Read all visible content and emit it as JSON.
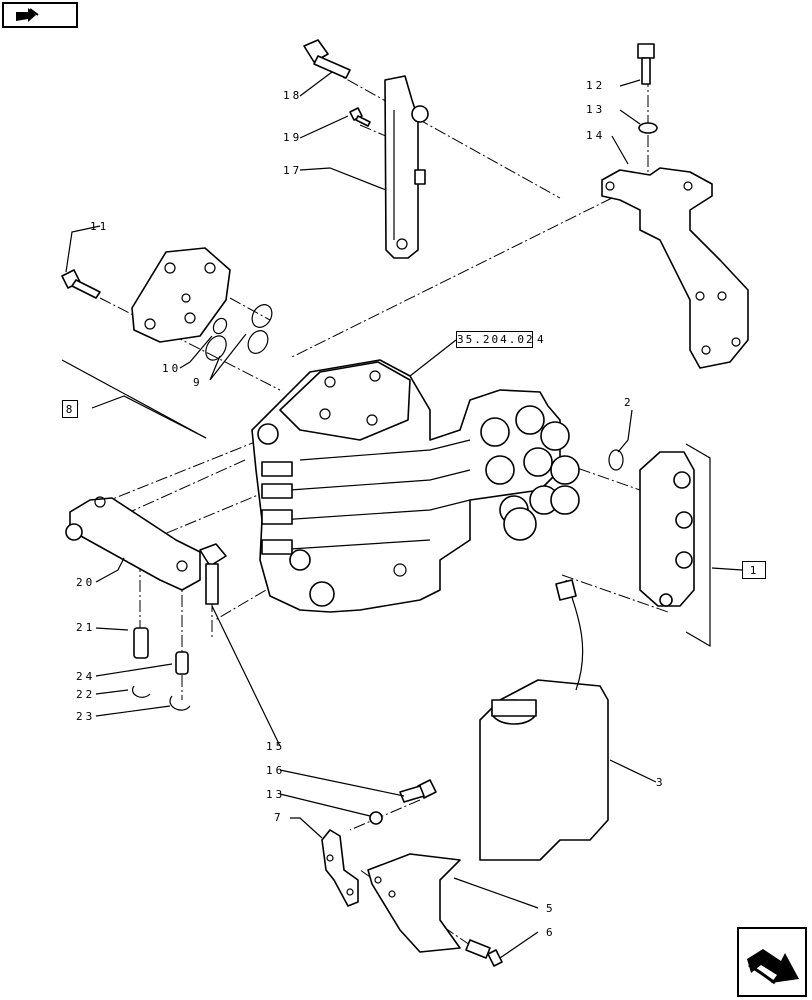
{
  "callouts": {
    "c1": "1",
    "c2": "2",
    "c3": "3",
    "c4": "4",
    "c5": "5",
    "c6": "6",
    "c7": "7",
    "c9": "9",
    "c10": "10",
    "c11": "11",
    "c12": "12",
    "c13a": "13",
    "c13b": "13",
    "c14": "14",
    "c15": "15",
    "c16": "16",
    "c17": "17",
    "c18": "18",
    "c19": "19",
    "c20": "20",
    "c21": "21",
    "c22": "22",
    "c23": "23",
    "c24": "24"
  },
  "references": {
    "section_ref": "35.204.02",
    "box_1": "1",
    "box_8": "8"
  },
  "navigation": {
    "prev_icon": "arrow-left-icon",
    "next_icon": "arrow-down-right-icon"
  }
}
